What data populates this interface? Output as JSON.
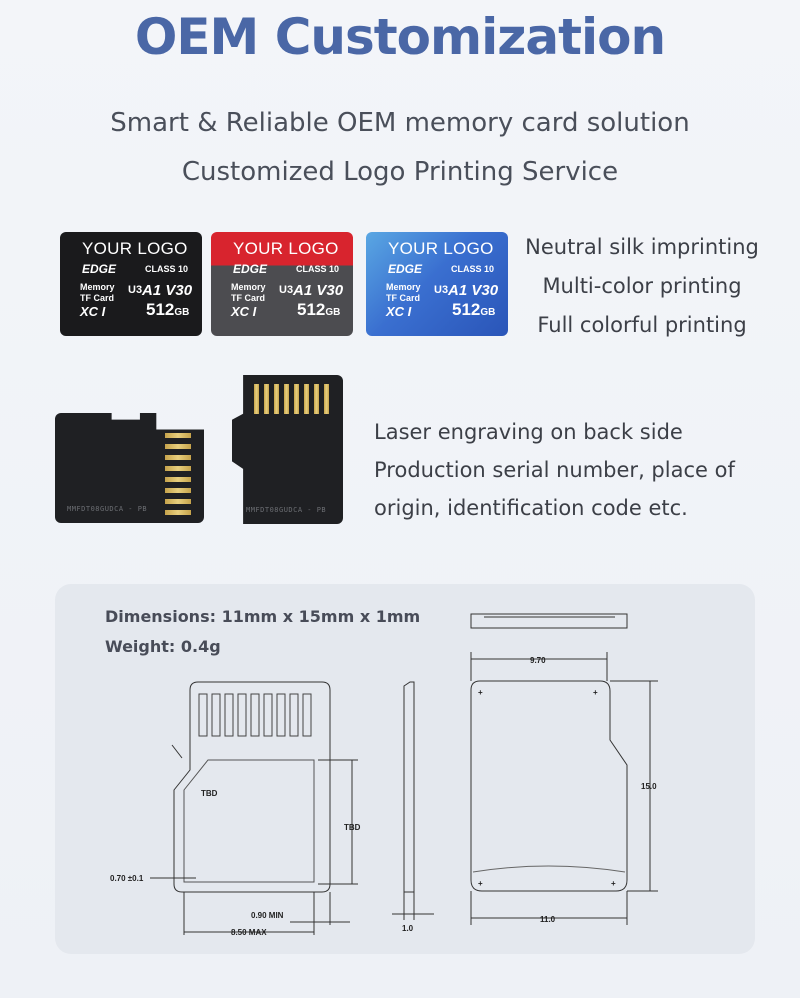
{
  "page": {
    "title": "OEM Customization",
    "subtitle_1": "Smart & Reliable OEM memory card solution",
    "subtitle_2": "Customized Logo Printing Service"
  },
  "cards": [
    {
      "logo": "YOUR LOGO",
      "brand": "EDGE",
      "class": "CLASS 10",
      "line1": "Memory",
      "line2": "TF Card",
      "xc": "XC I",
      "u": "U3",
      "speed": "A1 V30",
      "capacity": "512",
      "unit": "GB"
    },
    {
      "logo": "YOUR LOGO",
      "brand": "EDGE",
      "class": "CLASS 10",
      "line1": "Memory",
      "line2": "TF Card",
      "xc": "XC I",
      "u": "U3",
      "speed": "A1 V30",
      "capacity": "512",
      "unit": "GB"
    },
    {
      "logo": "YOUR LOGO",
      "brand": "EDGE",
      "class": "CLASS 10",
      "line1": "Memory",
      "line2": "TF Card",
      "xc": "XC I",
      "u": "U3",
      "speed": "A1 V30",
      "capacity": "512",
      "unit": "GB"
    }
  ],
  "printing_options": [
    "Neutral silk imprinting",
    "Multi-color printing",
    "Full colorful printing"
  ],
  "back_serial": "MMFDT08GUDCA - PB",
  "laser_text": [
    "Laser engraving on back side",
    "Production serial number, place of",
    "origin, identification code etc."
  ],
  "specs": {
    "dimensions": "Dimensions: 11mm x 15mm x 1mm",
    "weight": "Weight: 0.4g"
  },
  "drawing_labels": {
    "tbd_a": "TBD",
    "tbd_b": "TBD",
    "tol": "0.70 ±0.1",
    "min": "0.90 MIN",
    "max": "8.50 MAX",
    "thick": "1.0",
    "w_top": "9.70",
    "h_right": "15.0",
    "w_bottom": "11.0"
  },
  "colors": {
    "title": "#4a67a6",
    "text": "#3c3f47",
    "panel": "#e4e8ee",
    "gold": "#d6b65e"
  }
}
